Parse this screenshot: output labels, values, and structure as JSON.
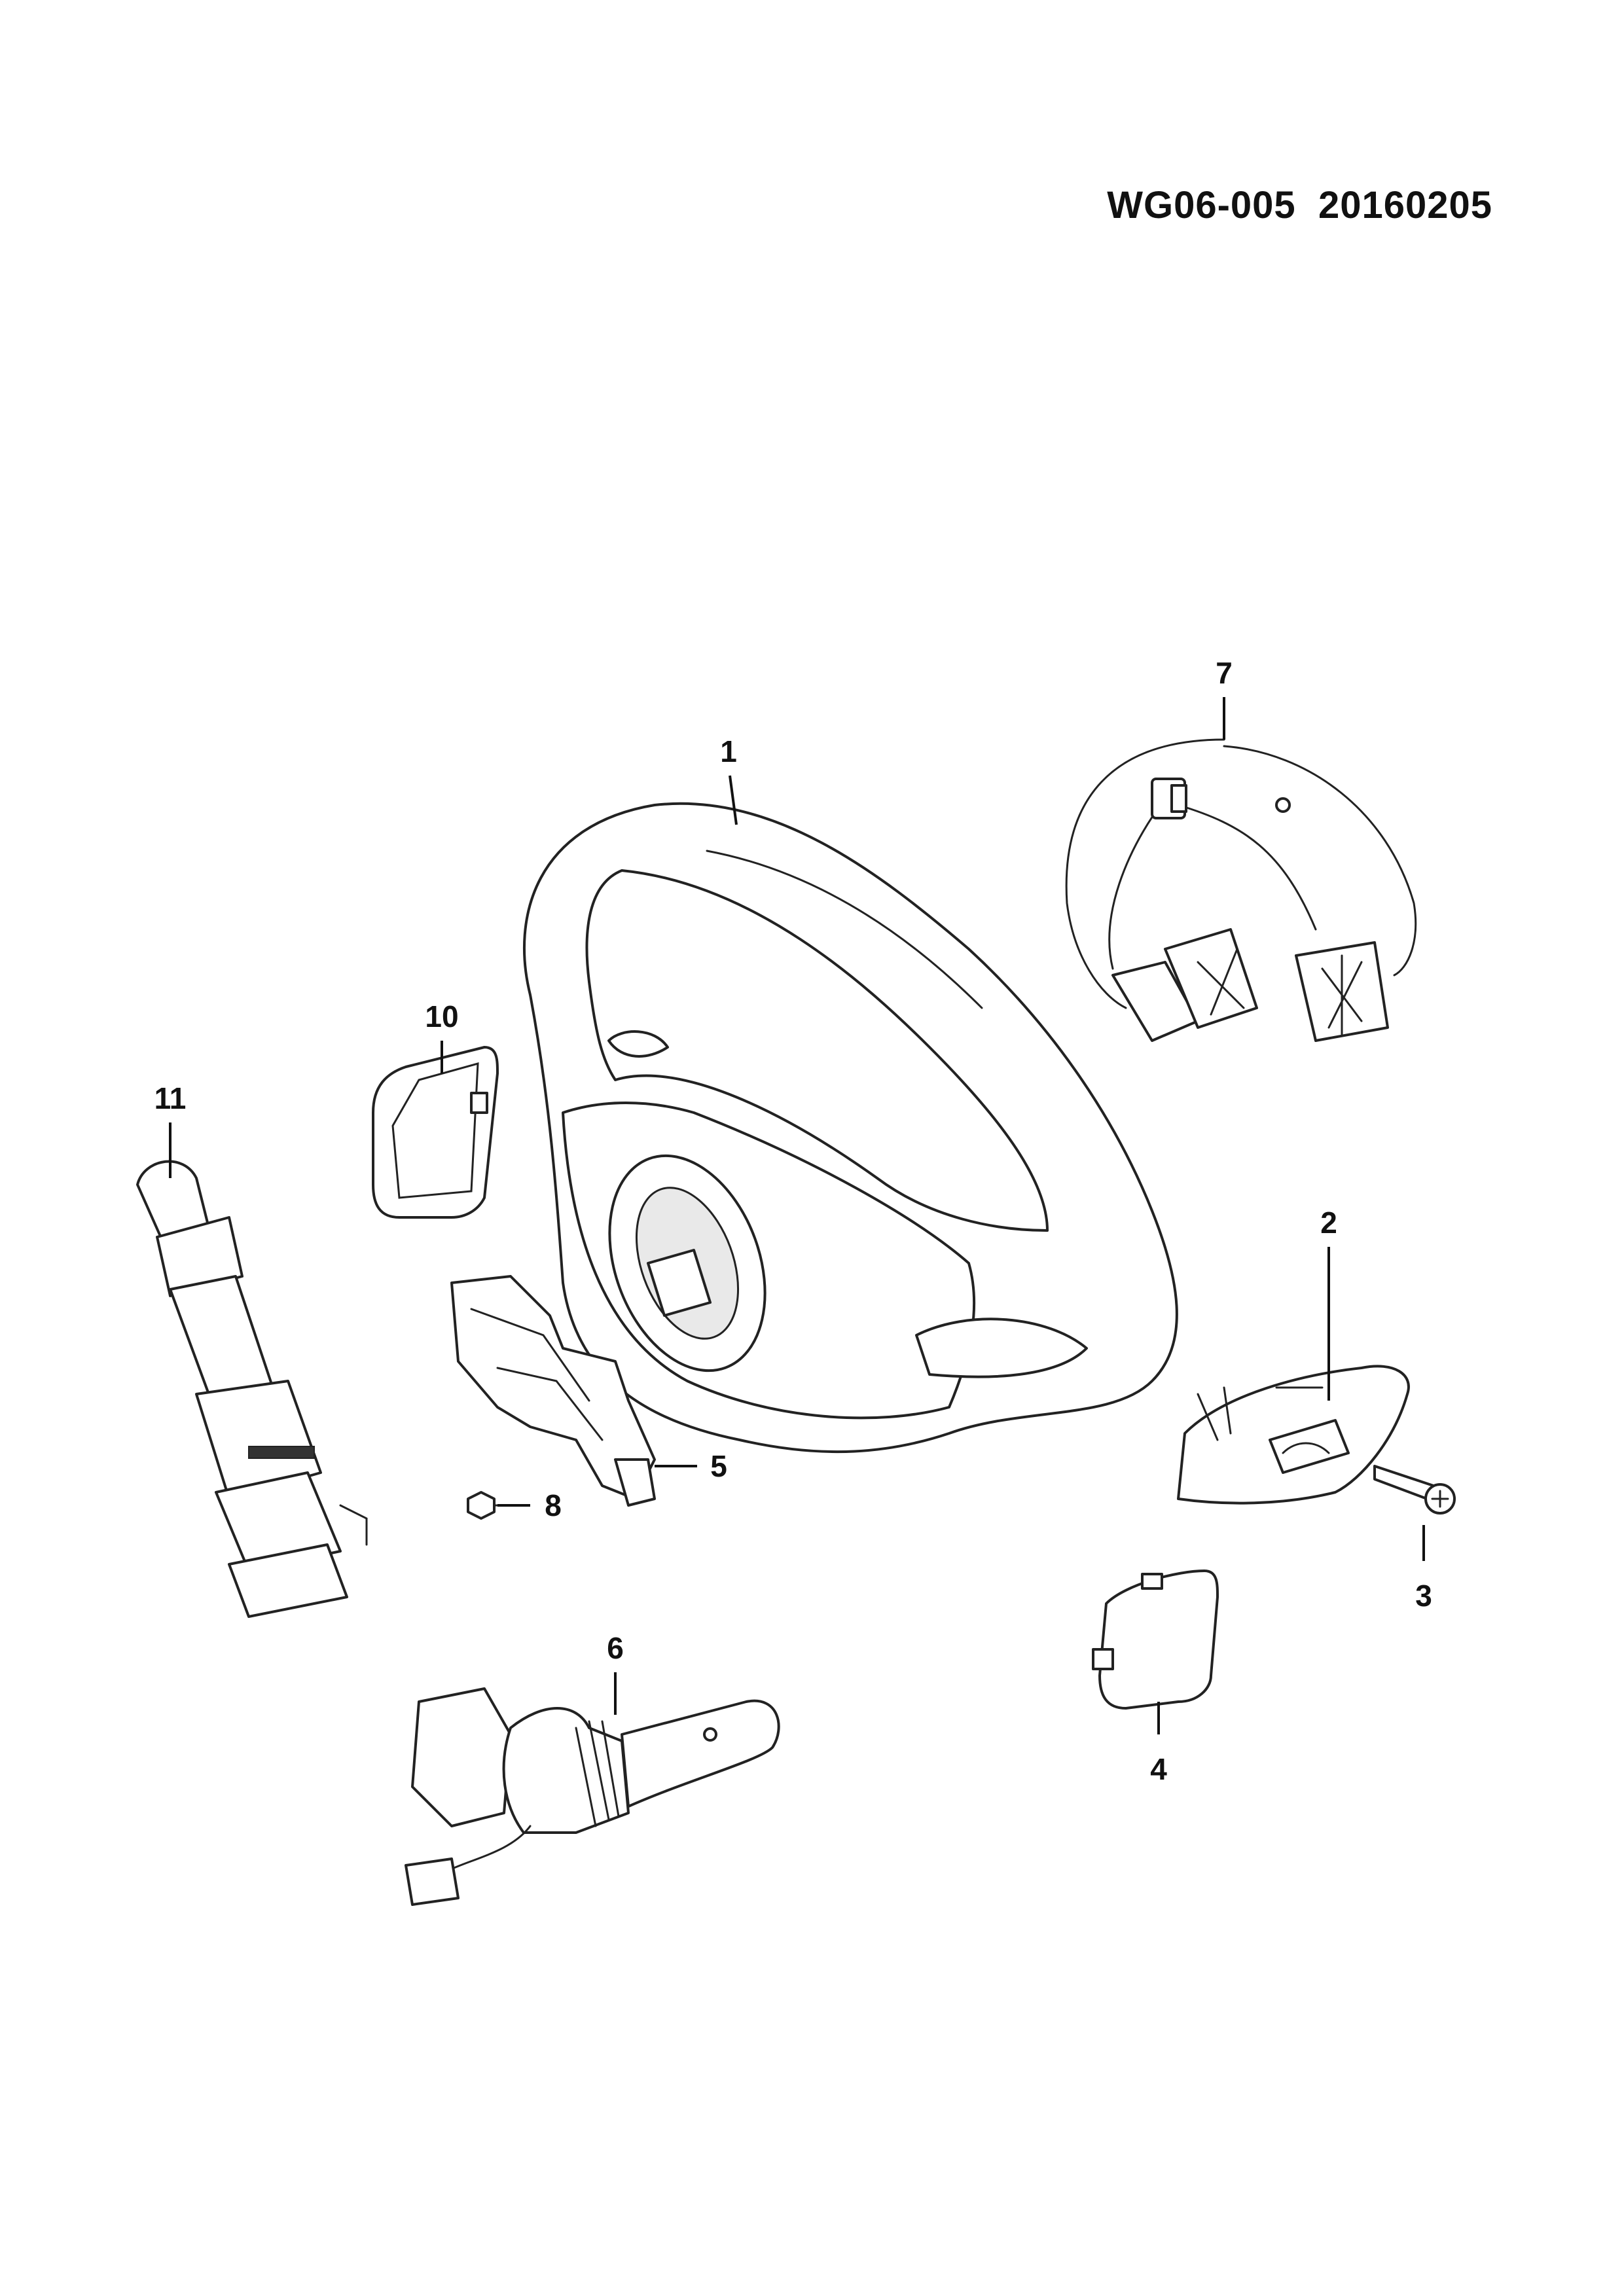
{
  "diagram": {
    "reference_code": "WG06-005",
    "date_code": "20160205",
    "callouts": [
      {
        "id": "1",
        "label": "1"
      },
      {
        "id": "2",
        "label": "2"
      },
      {
        "id": "3",
        "label": "3"
      },
      {
        "id": "4",
        "label": "4"
      },
      {
        "id": "5",
        "label": "5"
      },
      {
        "id": "6",
        "label": "6"
      },
      {
        "id": "7",
        "label": "7"
      },
      {
        "id": "8",
        "label": "8"
      },
      {
        "id": "10",
        "label": "10"
      },
      {
        "id": "11",
        "label": "11"
      }
    ]
  }
}
